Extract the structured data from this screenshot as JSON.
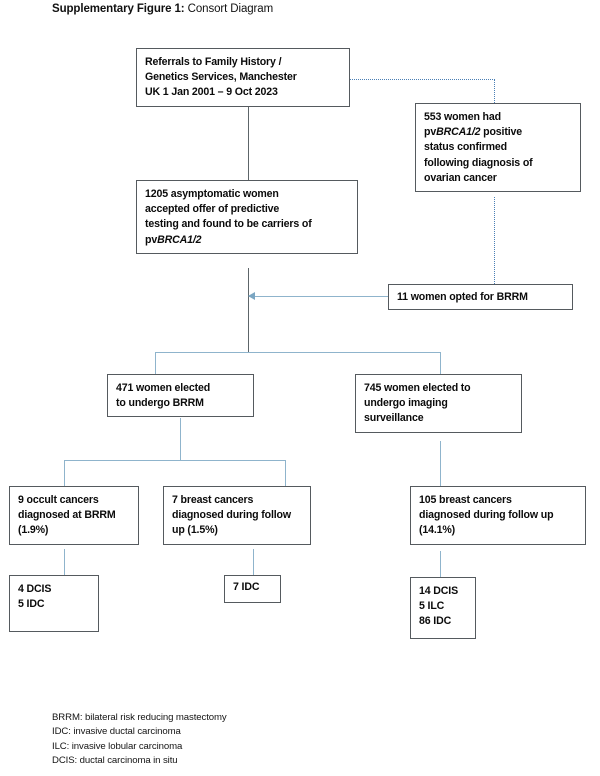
{
  "title": {
    "label": "Supplementary Figure 1:",
    "caption": " Consort Diagram"
  },
  "nodes": {
    "referrals": {
      "lines": [
        "Referrals to Family History /",
        "Genetics Services, Manchester",
        "UK 1 Jan 2001 – 9 Oct 2023"
      ]
    },
    "ovarian": {
      "lines": [
        "553  women had",
        "pvBRCA1/2 positive",
        "status confirmed",
        "following diagnosis of",
        "ovarian cancer"
      ],
      "italic_part": "BRCA1/2"
    },
    "asymptomatic": {
      "lines": [
        "1205 asymptomatic women",
        "accepted offer of predictive",
        "testing and found to be carriers of",
        "pvBRCA1/2"
      ],
      "italic_part": "BRCA1/2"
    },
    "opted_brrm": {
      "lines": [
        "11 women opted for BRRM"
      ]
    },
    "elected_brrm": {
      "lines": [
        "471 women elected",
        "to undergo BRRM"
      ]
    },
    "elected_imaging": {
      "lines": [
        "745 women elected to",
        "undergo imaging",
        "surveillance"
      ]
    },
    "occult": {
      "lines": [
        "9 occult cancers",
        "diagnosed at BRRM",
        "(1.9%)"
      ]
    },
    "breast_followup_brrm": {
      "lines": [
        "7 breast cancers",
        "diagnosed during follow",
        "up (1.5%)"
      ]
    },
    "breast_followup_imaging": {
      "lines": [
        "105 breast cancers",
        "diagnosed during follow up",
        "(14.1%)"
      ]
    },
    "histology_brrm": {
      "lines": [
        "4 DCIS",
        "5 IDC"
      ]
    },
    "histology_followup": {
      "lines": [
        "7 IDC"
      ]
    },
    "histology_imaging": {
      "lines": [
        "14 DCIS",
        " 5  ILC",
        "86 IDC"
      ]
    }
  },
  "legend": {
    "lines": [
      "BRRM: bilateral risk reducing mastectomy",
      "IDC: invasive ductal carcinoma",
      "ILC: invasive lobular carcinoma",
      "DCIS: ductal carcinoma in situ"
    ]
  },
  "colors": {
    "connector_blue": "#8fb4cc",
    "connector_dark": "#5d6569",
    "dotted_blue": "#4a7fb5",
    "box_border": "#555a5e",
    "text": "#0b0b0b",
    "background": "#ffffff"
  }
}
